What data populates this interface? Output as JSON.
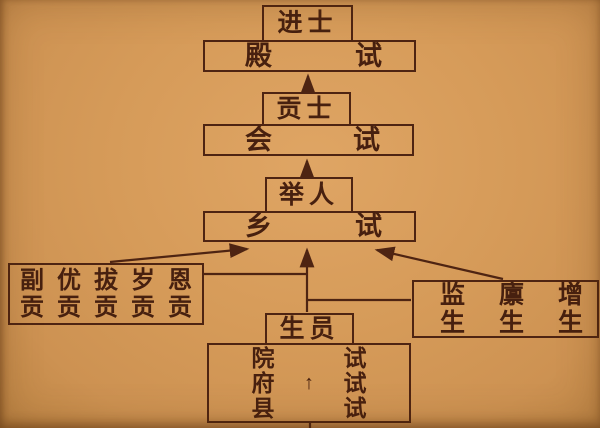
{
  "colors": {
    "background": "#d69b59",
    "ink": "#4e2412"
  },
  "flowchart": {
    "tier1": {
      "degree": "进士",
      "exam_left": "殿",
      "exam_right": "试"
    },
    "tier2": {
      "degree": "贡士",
      "exam_left": "会",
      "exam_right": "试"
    },
    "tier3": {
      "degree": "举人",
      "exam_left": "乡",
      "exam_right": "试"
    },
    "tier4": {
      "degree": "生员"
    },
    "tribute_box": {
      "items": [
        {
          "top": "副",
          "bottom": "贡"
        },
        {
          "top": "优",
          "bottom": "贡"
        },
        {
          "top": "拔",
          "bottom": "贡"
        },
        {
          "top": "岁",
          "bottom": "贡"
        },
        {
          "top": "恩",
          "bottom": "贡"
        }
      ]
    },
    "student_box": {
      "items": [
        {
          "top": "监",
          "bottom": "生"
        },
        {
          "top": "廪",
          "bottom": "生"
        },
        {
          "top": "增",
          "bottom": "生"
        }
      ]
    },
    "local_exams": {
      "arrow": "↑",
      "rows": [
        {
          "level": "院",
          "exam": "试"
        },
        {
          "level": "府",
          "exam": "试"
        },
        {
          "level": "县",
          "exam": "试"
        }
      ]
    }
  }
}
